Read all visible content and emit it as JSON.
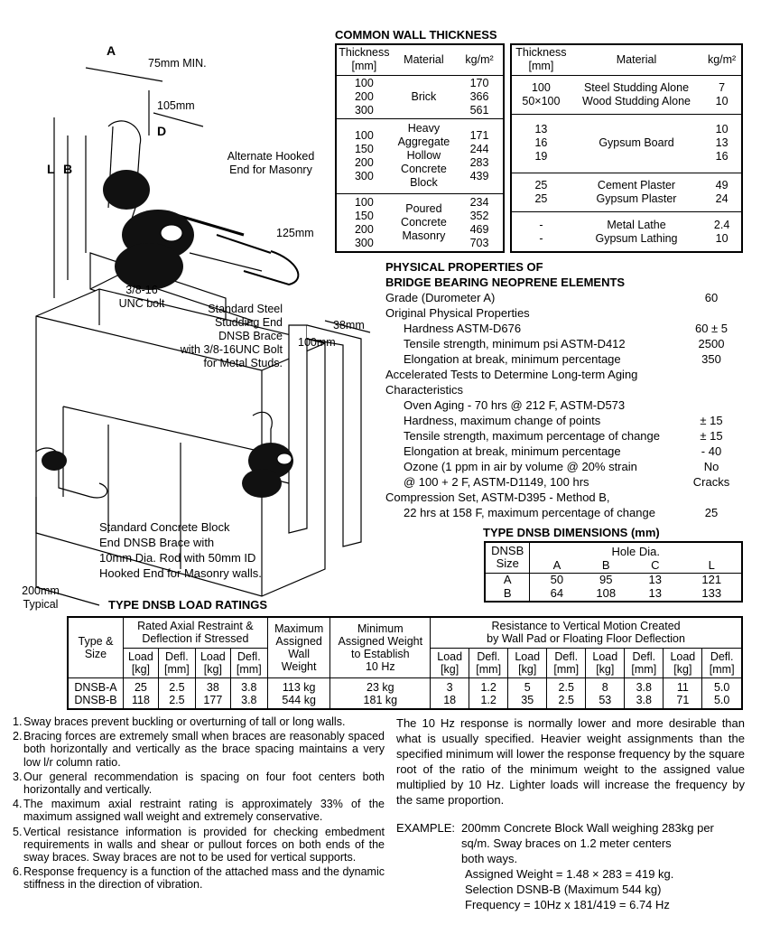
{
  "diagram": {
    "dim_A": "A",
    "min_75": "75mm MIN.",
    "dim_105": "105mm",
    "dim_D": "D",
    "dim_L": "L",
    "dim_B": "B",
    "alternate_hooked": [
      "Alternate Hooked",
      "End for Masonry"
    ],
    "dim_125": "125mm",
    "bolt": [
      "3/8-16",
      "UNC bolt"
    ],
    "standard_steel": [
      "Standard Steel",
      "Studding End",
      "DNSB Brace",
      "with 3/8-16UNC Bolt",
      "for Metal Studs."
    ],
    "dim_38": "38mm",
    "dim_100": "100mm",
    "standard_concrete": [
      "Standard Concrete Block",
      "End DNSB Brace with",
      "10mm Dia. Rod with 50mm ID",
      "Hooked End for Masonry walls."
    ],
    "typical": [
      "200mm",
      "Typical"
    ]
  },
  "wall": {
    "title": "COMMON WALL THICKNESS",
    "left": {
      "headers": [
        "Thickness [mm]",
        "Material",
        "kg/m²"
      ],
      "groups": [
        {
          "thickness": [
            "100",
            "200",
            "300"
          ],
          "material": [
            "Brick"
          ],
          "kg": [
            "170",
            "366",
            "561"
          ]
        },
        {
          "thickness": [
            "100",
            "150",
            "200",
            "300"
          ],
          "material": [
            "Heavy",
            "Aggregate",
            "Hollow",
            "Concrete",
            "Block"
          ],
          "kg": [
            "171",
            "244",
            "283",
            "439"
          ]
        },
        {
          "thickness": [
            "100",
            "150",
            "200",
            "300"
          ],
          "material": [
            "Poured",
            "Concrete",
            "Masonry"
          ],
          "kg": [
            "234",
            "352",
            "469",
            "703"
          ]
        }
      ]
    },
    "right": {
      "headers": [
        "Thickness [mm]",
        "Material",
        "kg/m²"
      ],
      "groups": [
        {
          "thickness": [
            "100",
            "50×100"
          ],
          "material": [
            "Steel Studding Alone",
            "Wood Studding Alone"
          ],
          "kg": [
            "7",
            "10"
          ]
        },
        {
          "thickness": [
            "13",
            "16",
            "19"
          ],
          "material": [
            "Gypsum Board"
          ],
          "kg": [
            "10",
            "13",
            "16"
          ]
        },
        {
          "thickness": [
            "25",
            "25"
          ],
          "material": [
            "Cement Plaster",
            "Gypsum Plaster"
          ],
          "kg": [
            "49",
            "24"
          ]
        },
        {
          "thickness": [
            "-",
            "-"
          ],
          "material": [
            "Metal Lathe",
            "Gypsum Lathing"
          ],
          "kg": [
            "2.4",
            "10"
          ]
        }
      ]
    }
  },
  "props": {
    "title1": "PHYSICAL PROPERTIES OF",
    "title2": "BRIDGE BEARING NEOPRENE ELEMENTS",
    "rows": [
      {
        "label": "Grade (Durometer A)",
        "indent": 0,
        "value": "60"
      },
      {
        "label": "Original Physical Properties",
        "indent": 0,
        "value": ""
      },
      {
        "label": "Hardness ASTM-D676",
        "indent": 1,
        "value": "60 ± 5"
      },
      {
        "label": "Tensile strength, minimum psi ASTM-D412",
        "indent": 1,
        "value": "2500"
      },
      {
        "label": "Elongation at break, minimum percentage",
        "indent": 1,
        "value": "350"
      },
      {
        "label": "Accelerated Tests to Determine Long-term Aging",
        "indent": 0,
        "value": ""
      },
      {
        "label": "Characteristics",
        "indent": 0,
        "value": ""
      },
      {
        "label": "Oven Aging - 70 hrs @ 212 F, ASTM-D573",
        "indent": 1,
        "value": ""
      },
      {
        "label": "Hardness, maximum change of points",
        "indent": 1,
        "value": "± 15"
      },
      {
        "label": "Tensile strength, maximum percentage of change",
        "indent": 1,
        "value": "± 15"
      },
      {
        "label": "Elongation at break, minimum percentage",
        "indent": 1,
        "value": "- 40"
      },
      {
        "label": "Ozone (1 ppm in air by volume @ 20% strain",
        "indent": 1,
        "value": "No"
      },
      {
        "label": "@ 100 + 2 F, ASTM-D1149, 100 hrs",
        "indent": 1,
        "value": "Cracks"
      },
      {
        "label": "Compression Set, ASTM-D395 - Method B,",
        "indent": 0,
        "value": ""
      },
      {
        "label": "22 hrs at 158 F, maximum percentage of change",
        "indent": 1,
        "value": "25"
      }
    ]
  },
  "dims": {
    "title": "TYPE DNSB DIMENSIONS (mm)",
    "size_header": [
      "DNSB",
      "Size"
    ],
    "hole_dia": "Hole Dia.",
    "cols": [
      "A",
      "B",
      "C",
      "L"
    ],
    "rows": [
      {
        "size": "A",
        "vals": [
          "50",
          "95",
          "13",
          "121"
        ]
      },
      {
        "size": "B",
        "vals": [
          "64",
          "108",
          "13",
          "133"
        ]
      }
    ]
  },
  "load": {
    "title": "TYPE DNSB LOAD RATINGS",
    "type_size": [
      "Type &",
      "Size"
    ],
    "rated": [
      "Rated Axial Restraint &",
      "Deflection if Stressed"
    ],
    "max_assigned": [
      "Maximum",
      "Assigned",
      "Wall",
      "Weight"
    ],
    "min_assigned": [
      "Minimum",
      "Assigned Weight",
      "to Establish",
      "10 Hz"
    ],
    "resistance": [
      "Resistance to Vertical Motion Created",
      "by Wall Pad or Floating Floor Deflection"
    ],
    "load_label": [
      "Load",
      "[kg]"
    ],
    "defl_label": [
      "Defl.",
      "[mm]"
    ],
    "rows": [
      {
        "type": "DNSB-A",
        "rated": [
          "25",
          "2.5",
          "38",
          "3.8"
        ],
        "max": "113 kg",
        "min": "23 kg",
        "res": [
          "3",
          "1.2",
          "5",
          "2.5",
          "8",
          "3.8",
          "11",
          "5.0"
        ]
      },
      {
        "type": "DNSB-B",
        "rated": [
          "118",
          "2.5",
          "177",
          "3.8"
        ],
        "max": "544 kg",
        "min": "181 kg",
        "res": [
          "18",
          "1.2",
          "35",
          "2.5",
          "53",
          "3.8",
          "71",
          "5.0"
        ]
      }
    ]
  },
  "notes": [
    "Sway braces prevent buckling or overturning of tall or long walls.",
    "Bracing forces are extremely small when braces are reasonably spaced both horizontally and vertically as the brace spacing maintains a very low l/r column ratio.",
    "Our general recommendation is spacing on four foot centers both horizontally and vertically.",
    "The maximum axial restraint rating is approximately 33% of the maximum assigned wall weight and extremely conservative.",
    "Vertical resistance information is provided for checking embedment requirements in walls and shear or pullout forces on both ends of the sway braces. Sway braces are not to be used for vertical supports.",
    "Response frequency is a function of the attached mass and the dynamic stiffness in the direction of vibration."
  ],
  "response_text": "The 10 Hz response is normally lower and more desirable than what is usually specified. Heavier weight assignments than the specified minimum will lower the response frequency by the square root of the ratio of the minimum weight to the assigned value multiplied by 10 Hz. Lighter loads will increase the frequency by the same proportion.",
  "example": {
    "label": "EXAMPLE:",
    "line1": "200mm Concrete Block Wall weighing 283kg per",
    "line2": "sq/m. Sway braces on 1.2 meter centers",
    "line3": "both ways.",
    "line4": "Assigned Weight = 1.48 × 283 = 419 kg.",
    "line5": "Selection DSNB-B (Maximum 544 kg)",
    "line6": "Frequency = 10Hz x 181/419 = 6.74 Hz"
  }
}
